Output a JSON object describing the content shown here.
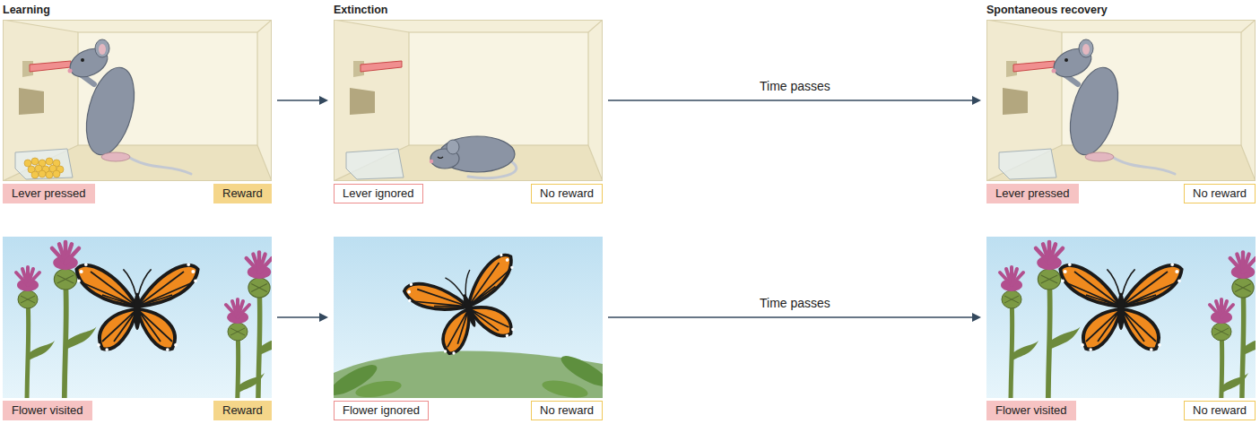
{
  "diagram": {
    "nodes": [
      {
        "text": [
          "Learning"
        ]
      },
      {
        "text": [
          "Lever pressed"
        ],
        "in": 0
      },
      {
        "text": [
          "Reward"
        ],
        "in": 0
      },
      {
        "text": [
          "Extinction"
        ]
      },
      {
        "text": [
          "Lever ignored"
        ],
        "in": 3
      },
      {
        "text": [
          "No reward"
        ],
        "in": 3
      },
      {
        "text": [
          "Spontaneous recovery"
        ]
      },
      {
        "text": [
          "Lever pressed"
        ],
        "in": 6
      },
      {
        "text": [
          "No reward"
        ],
        "in": 6
      },
      {
        "text": []
      },
      {
        "text": [
          "Flower visited"
        ],
        "in": 9
      },
      {
        "text": [
          "Reward"
        ],
        "in": 9
      },
      {
        "text": []
      },
      {
        "text": [
          "Flower ignored"
        ],
        "in": 12
      },
      {
        "text": [
          "No reward"
        ],
        "in": 12
      },
      {
        "text": []
      },
      {
        "text": [
          "Flower visited"
        ],
        "in": 15
      },
      {
        "text": [
          "No reward"
        ],
        "in": 15
      }
    ],
    "edges": [
      {
        "from": 0,
        "to": 3,
        "arrow": "to"
      },
      {
        "from": 3,
        "to": 6,
        "label": "Time passes",
        "arrow": "to"
      },
      {
        "from": 9,
        "to": 12,
        "arrow": "to"
      },
      {
        "from": 12,
        "to": 15,
        "label": "Time passes",
        "arrow": "to"
      }
    ]
  }
}
